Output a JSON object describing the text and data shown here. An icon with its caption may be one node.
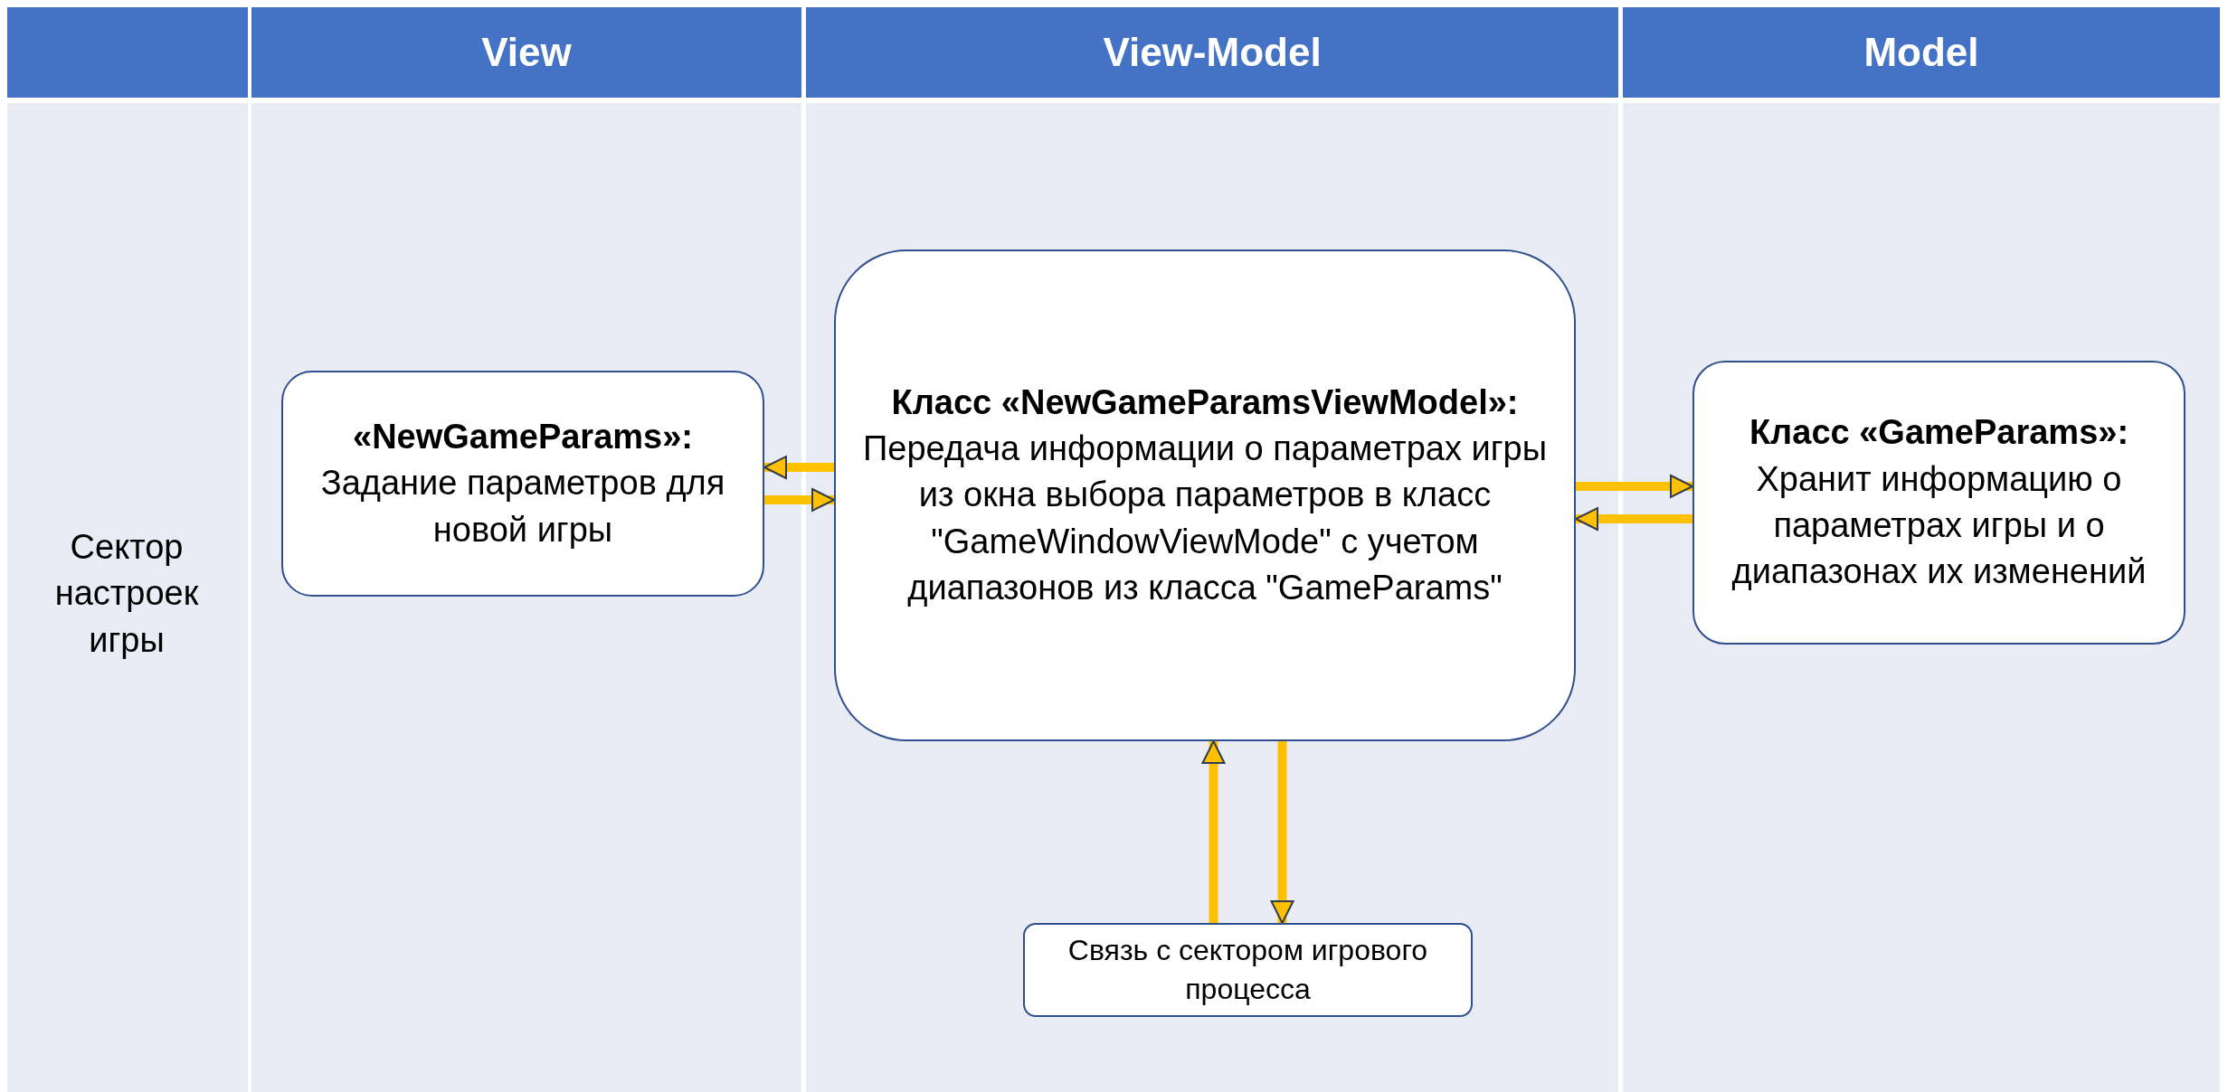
{
  "diagram": {
    "nodes": [
      {
        "text": [
          "«NewGameParams»:",
          "Задание параметров для новой игры"
        ]
      },
      {
        "text": [
          "Класс «NewGameParamsViewModel»:",
          "Передача информации о параметрах игры из окна выбора параметров в класс \"GameWindowViewMode\" с учетом диапазонов из класса \"GameParams\""
        ]
      },
      {
        "text": [
          "Класс «GameParams»:",
          "Хранит информацию о параметрах игры и о диапазонах их изменений"
        ]
      },
      {
        "text": [
          "Связь с сектором игрового процесса"
        ]
      }
    ],
    "edges": [
      {
        "from": 1,
        "to": 0,
        "arrow": "to"
      },
      {
        "from": 0,
        "to": 1,
        "arrow": "to"
      },
      {
        "from": 1,
        "to": 2,
        "arrow": "to"
      },
      {
        "from": 2,
        "to": 1,
        "arrow": "to"
      },
      {
        "from": 3,
        "to": 1,
        "arrow": "to"
      },
      {
        "from": 1,
        "to": 3,
        "arrow": "to"
      }
    ],
    "labels": [
      "View",
      "View-Model",
      "Model",
      "Сектор настроек игры"
    ]
  }
}
